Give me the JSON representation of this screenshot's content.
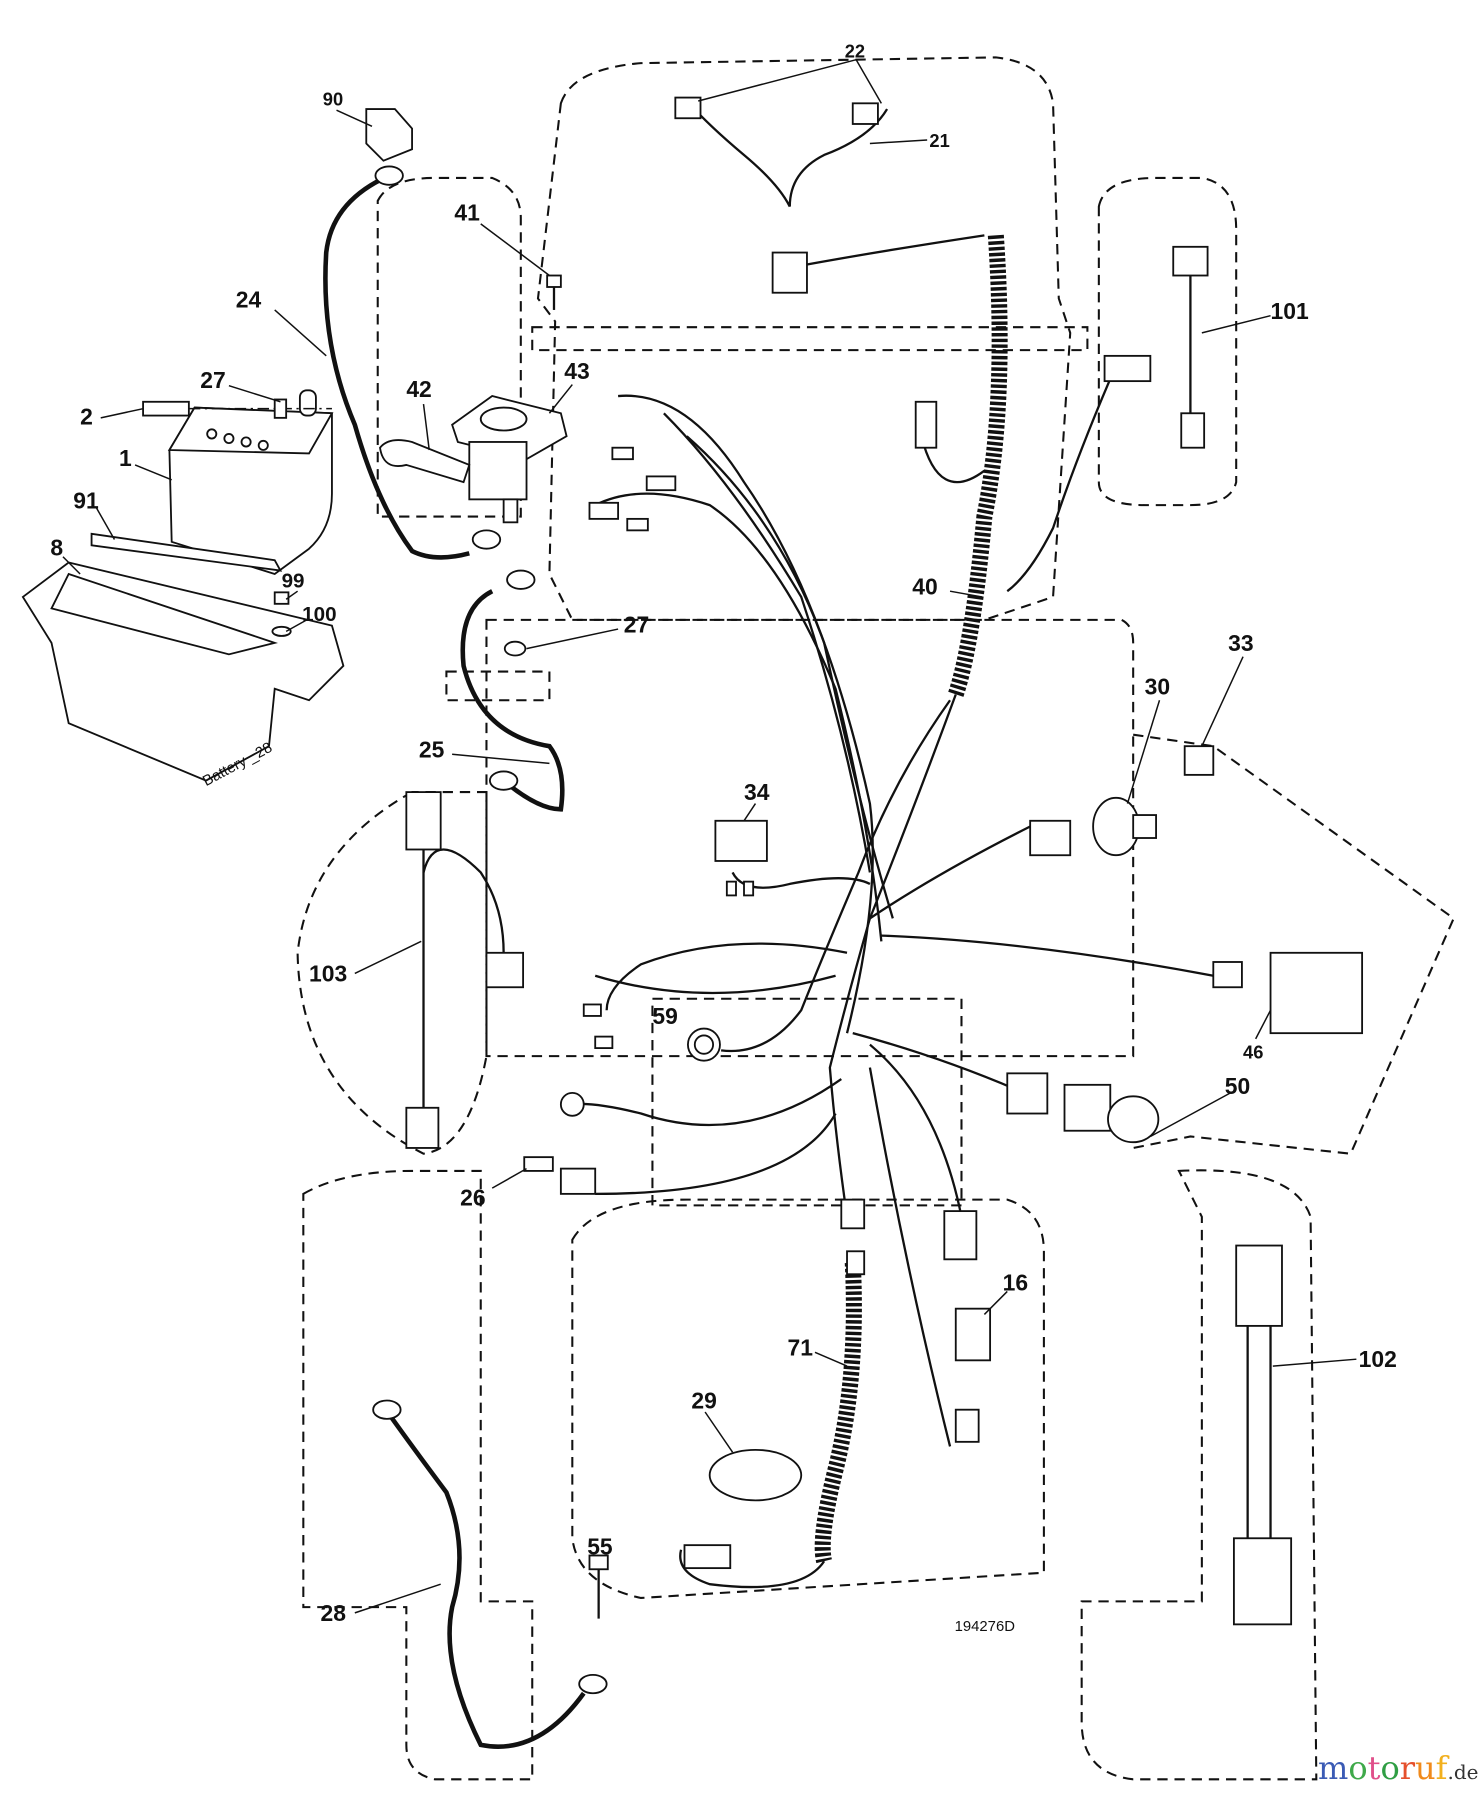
{
  "diagram": {
    "drawing_number": "194276D",
    "battery_tag": "Battery _28",
    "callouts": [
      "22",
      "21",
      "90",
      "41",
      "24",
      "27",
      "2",
      "42",
      "43",
      "1",
      "91",
      "8",
      "99",
      "100",
      "27",
      "40",
      "101",
      "33",
      "30",
      "25",
      "34",
      "103",
      "59",
      "46",
      "50",
      "26",
      "16",
      "71",
      "102",
      "29",
      "55",
      "28"
    ]
  },
  "watermark": {
    "text": "motoruf",
    "suffix": ".de",
    "colors": [
      "#3b5bb5",
      "#3fa94a",
      "#e0508a",
      "#2f9e44",
      "#e5502c",
      "#f08a1c",
      "#f2b01e"
    ]
  }
}
